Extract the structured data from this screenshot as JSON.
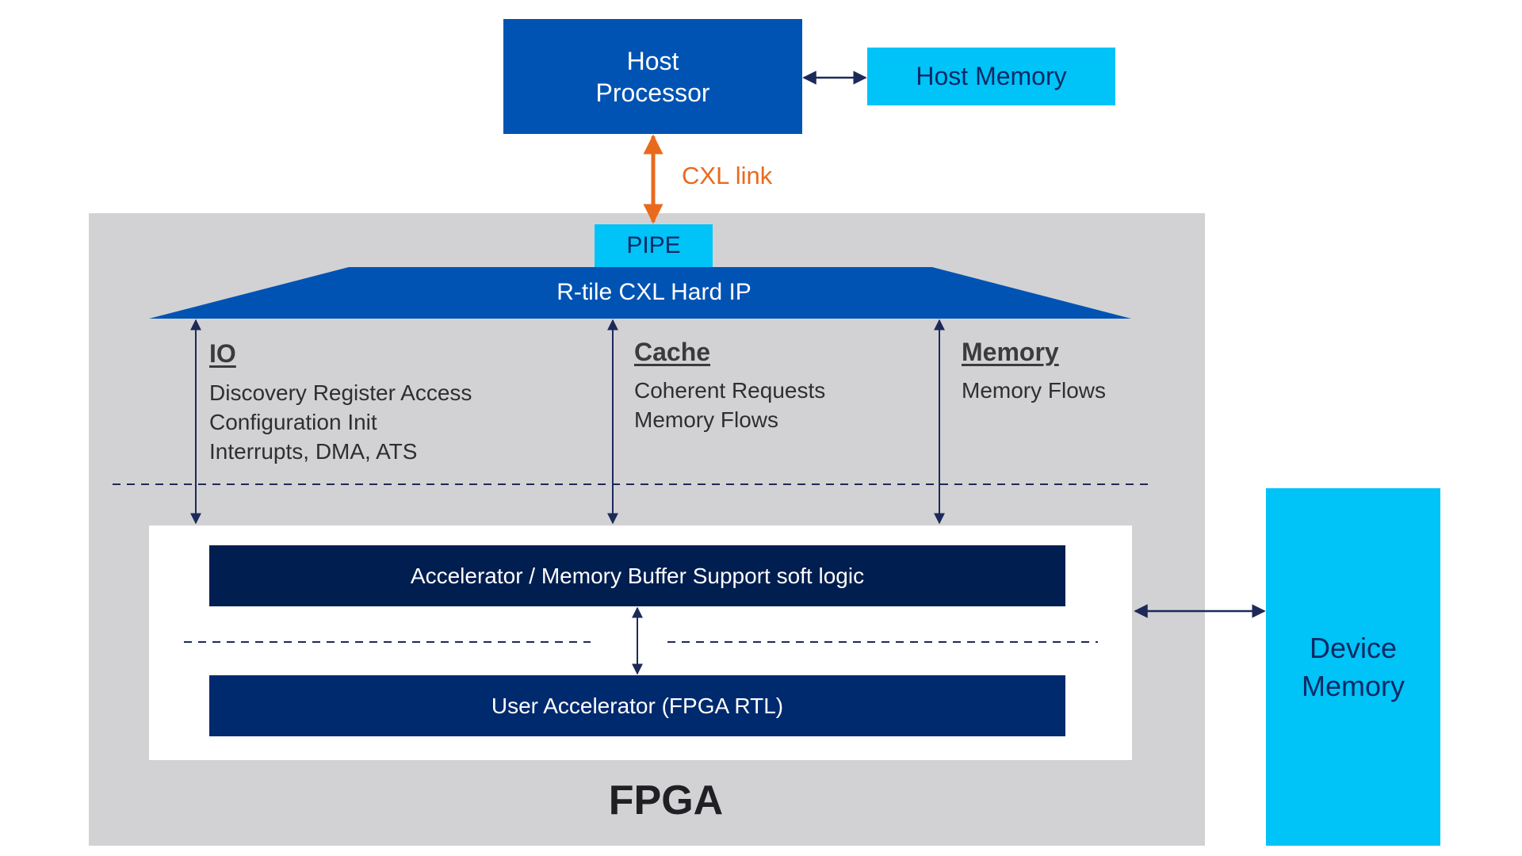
{
  "host_processor": {
    "line1": "Host",
    "line2": "Processor"
  },
  "host_memory": {
    "label": "Host Memory"
  },
  "cxl_link": {
    "label": "CXL link"
  },
  "pipe": {
    "label": "PIPE"
  },
  "rtile": {
    "label": "R-tile CXL Hard IP"
  },
  "sections": {
    "io": {
      "title": "IO",
      "lines": [
        "Discovery Register Access",
        "Configuration Init",
        "Interrupts, DMA, ATS"
      ]
    },
    "cache": {
      "title": "Cache",
      "lines": [
        "Coherent Requests",
        "Memory Flows"
      ]
    },
    "memory": {
      "title": "Memory",
      "lines": [
        "Memory Flows"
      ]
    }
  },
  "accelerator_bar": {
    "label": "Accelerator / Memory Buffer Support soft logic"
  },
  "user_accelerator_bar": {
    "label": "User Accelerator (FPGA RTL)"
  },
  "fpga": {
    "label": "FPGA"
  },
  "device_memory": {
    "line1": "Device",
    "line2": "Memory"
  },
  "colors": {
    "dark_blue": "#0053b3",
    "navy": "#001e50",
    "cyan": "#00c3f7",
    "orange": "#ea6a1d",
    "panel_gray": "#d2d2d4"
  }
}
